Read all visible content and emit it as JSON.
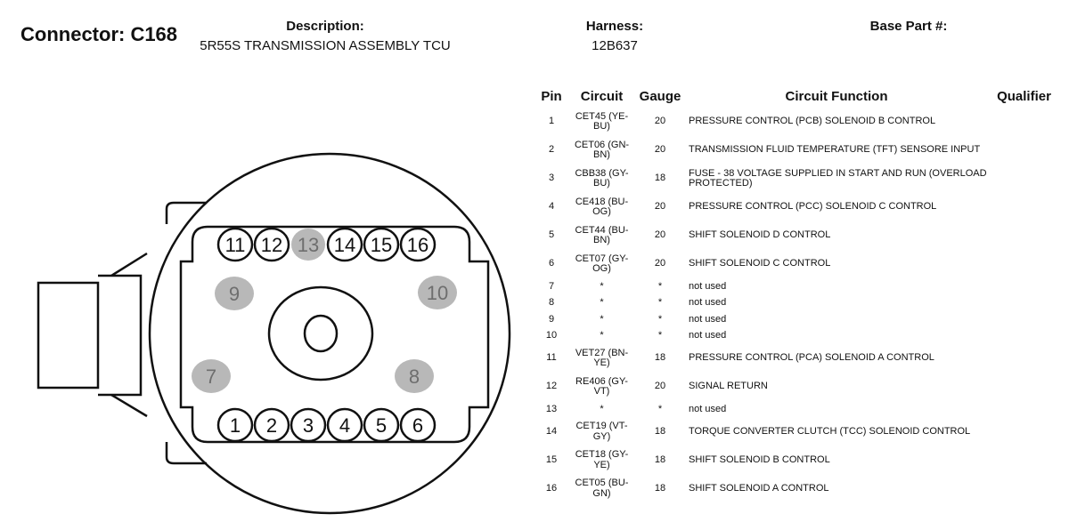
{
  "connector": {
    "label": "Connector: C168"
  },
  "header": {
    "description_label": "Description:",
    "description_value": "5R55S TRANSMISSION ASSEMBLY TCU",
    "harness_label": "Harness:",
    "harness_value": "12B637",
    "base_part_label": "Base Part #:"
  },
  "table": {
    "columns": [
      "Pin",
      "Circuit",
      "Gauge",
      "Circuit Function",
      "Qualifier"
    ],
    "rows": [
      {
        "pin": "1",
        "circuit": "CET45 (YE-BU)",
        "gauge": "20",
        "function": "PRESSURE CONTROL (PCB) SOLENOID B CONTROL"
      },
      {
        "pin": "2",
        "circuit": "CET06 (GN-BN)",
        "gauge": "20",
        "function": "TRANSMISSION FLUID TEMPERATURE (TFT) SENSORE INPUT"
      },
      {
        "pin": "3",
        "circuit": "CBB38 (GY-BU)",
        "gauge": "18",
        "function": "FUSE - 38 VOLTAGE SUPPLIED IN START AND RUN (OVERLOAD PROTECTED)"
      },
      {
        "pin": "4",
        "circuit": "CE418 (BU-OG)",
        "gauge": "20",
        "function": "PRESSURE CONTROL (PCC) SOLENOID C CONTROL"
      },
      {
        "pin": "5",
        "circuit": "CET44 (BU-BN)",
        "gauge": "20",
        "function": "SHIFT SOLENOID D CONTROL"
      },
      {
        "pin": "6",
        "circuit": "CET07 (GY-OG)",
        "gauge": "20",
        "function": "SHIFT SOLENOID C CONTROL"
      },
      {
        "pin": "7",
        "circuit": "*",
        "gauge": "*",
        "function": "not used"
      },
      {
        "pin": "8",
        "circuit": "*",
        "gauge": "*",
        "function": "not used"
      },
      {
        "pin": "9",
        "circuit": "*",
        "gauge": "*",
        "function": "not used"
      },
      {
        "pin": "10",
        "circuit": "*",
        "gauge": "*",
        "function": "not used"
      },
      {
        "pin": "11",
        "circuit": "VET27 (BN-YE)",
        "gauge": "18",
        "function": "PRESSURE CONTROL (PCA) SOLENOID A CONTROL"
      },
      {
        "pin": "12",
        "circuit": "RE406 (GY-VT)",
        "gauge": "20",
        "function": "SIGNAL RETURN"
      },
      {
        "pin": "13",
        "circuit": "*",
        "gauge": "*",
        "function": "not used"
      },
      {
        "pin": "14",
        "circuit": "CET19 (VT-GY)",
        "gauge": "18",
        "function": "TORQUE CONVERTER CLUTCH (TCC) SOLENOID CONTROL"
      },
      {
        "pin": "15",
        "circuit": "CET18 (GY-YE)",
        "gauge": "18",
        "function": "SHIFT SOLENOID B CONTROL"
      },
      {
        "pin": "16",
        "circuit": "CET05 (BU-GN)",
        "gauge": "18",
        "function": "SHIFT SOLENOID A CONTROL"
      }
    ]
  },
  "diagram": {
    "top_row_pins": [
      {
        "label": "11",
        "used": true
      },
      {
        "label": "12",
        "used": true
      },
      {
        "label": "13",
        "used": false
      },
      {
        "label": "14",
        "used": true
      },
      {
        "label": "15",
        "used": true
      },
      {
        "label": "16",
        "used": true
      }
    ],
    "bottom_row_pins": [
      {
        "label": "1",
        "used": true
      },
      {
        "label": "2",
        "used": true
      },
      {
        "label": "3",
        "used": true
      },
      {
        "label": "4",
        "used": true
      },
      {
        "label": "5",
        "used": true
      },
      {
        "label": "6",
        "used": true
      }
    ],
    "side_pins": [
      {
        "label": "9",
        "used": false
      },
      {
        "label": "10",
        "used": false
      },
      {
        "label": "7",
        "used": false
      },
      {
        "label": "8",
        "used": false
      }
    ],
    "colors": {
      "line": "#111111",
      "unused_fill": "#b8b8b8",
      "unused_text": "#6e6e6e"
    }
  }
}
